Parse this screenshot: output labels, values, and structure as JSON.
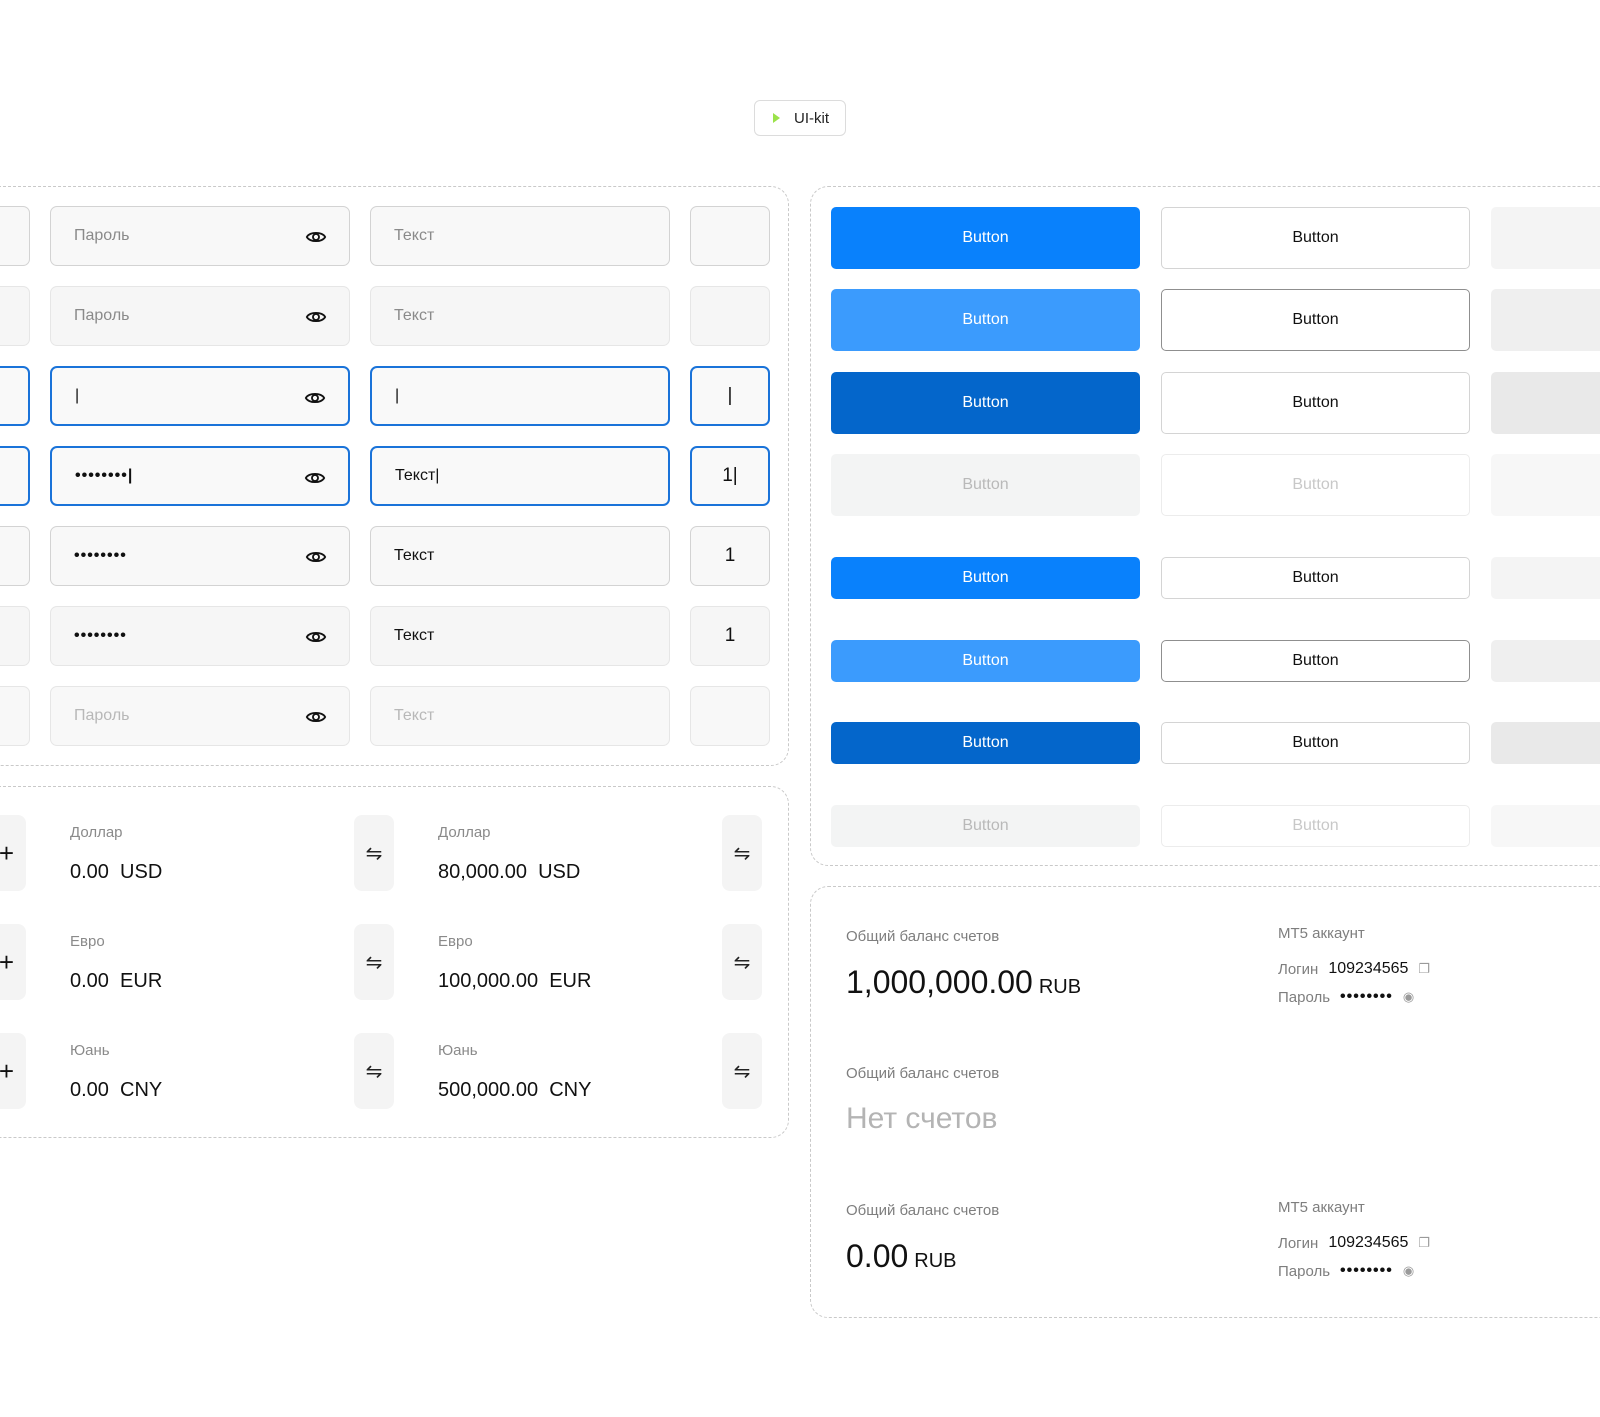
{
  "tag": {
    "label": "UI-kit"
  },
  "inputs": {
    "password_placeholder": "Пароль",
    "text_placeholder": "Текст",
    "cursor": "|",
    "password_typing": "••••••••|",
    "password_value": "••••••••",
    "text_typing": "Текст|",
    "text_value": "Текст",
    "number_typing": "1|",
    "number_value": "1"
  },
  "currencies": [
    {
      "name": "Доллар",
      "zero": "0.00  USD",
      "amount": "80,000.00  USD"
    },
    {
      "name": "Евро",
      "zero": "0.00  EUR",
      "amount": "100,000.00  EUR"
    },
    {
      "name": "Юань",
      "zero": "0.00  CNY",
      "amount": "500,000.00  CNY"
    }
  ],
  "icons": {
    "plus": "+",
    "swap": "⇋",
    "copy": "❐",
    "eye": "◉"
  },
  "buttons": {
    "label": "Button"
  },
  "balance": {
    "label": "Общий баланс счетов",
    "amount_1": "1,000,000.00",
    "currency": "RUB",
    "empty": "Нет счетов",
    "amount_2": "0.00",
    "mt5_title": "MT5 аккаунт",
    "login_label": "Логин",
    "login_value": "109234565",
    "password_label": "Пароль",
    "password_value": "••••••••"
  },
  "colors": {
    "primary": "#0981fc",
    "primary_hover": "#3b9bfd",
    "primary_pressed": "#0466cb",
    "focus_border": "#1a73d9",
    "tag_arrow": "#9be24a"
  }
}
